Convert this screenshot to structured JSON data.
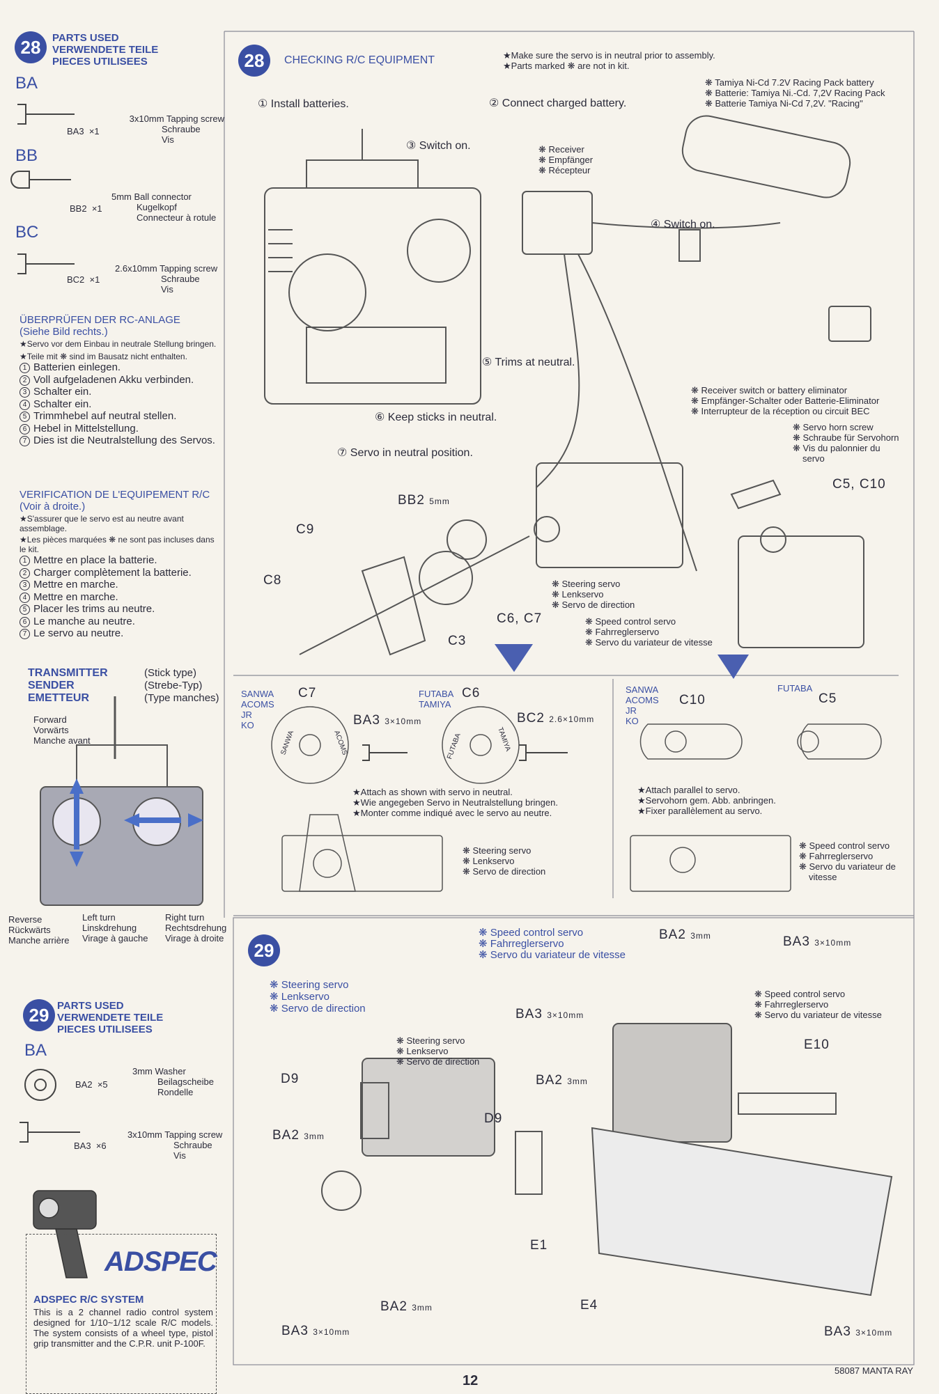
{
  "left": {
    "s28": {
      "num": "28",
      "parts_used": [
        "PARTS USED",
        "VERWENDETE TEILE",
        "PIECES UTILISEES"
      ],
      "bags": [
        {
          "bag": "BA",
          "code": "BA3",
          "qty": "×1",
          "desc": [
            "3x10mm Tapping screw",
            "Schraube",
            "Vis"
          ]
        },
        {
          "bag": "BB",
          "code": "BB2",
          "qty": "×1",
          "desc": [
            "5mm Ball connector",
            "Kugelkopf",
            "Connecteur à rotule"
          ]
        },
        {
          "bag": "BC",
          "code": "BC2",
          "qty": "×1",
          "desc": [
            "2.6x10mm Tapping screw",
            "Schraube",
            "Vis"
          ]
        }
      ]
    },
    "german": {
      "title": "ÜBERPRÜFEN DER RC-ANLAGE",
      "sub": "(Siehe Bild rechts.)",
      "note1": "★Servo vor dem Einbau in neutrale Stellung bringen.",
      "note2": "★Teile mit ❋ sind im Bausatz nicht enthalten.",
      "steps": [
        "Batterien einlegen.",
        "Voll aufgeladenen Akku verbinden.",
        "Schalter ein.",
        "Schalter ein.",
        "Trimmhebel auf neutral stellen.",
        "Hebel in Mittelstellung.",
        "Dies ist die Neutralstellung des Servos."
      ]
    },
    "french": {
      "title": "VERIFICATION DE L'EQUIPEMENT R/C",
      "sub": "(Voir à droite.)",
      "note1": "★S'assurer que le servo est au neutre avant assemblage.",
      "note2": "★Les pièces marquées ❋ ne sont pas incluses dans le kit.",
      "steps": [
        "Mettre en place la batterie.",
        "Charger complètement la batterie.",
        "Mettre en marche.",
        "Mettre en marche.",
        "Placer les trims au neutre.",
        "Le manche au neutre.",
        "Le servo au neutre."
      ]
    },
    "transmitter": {
      "title": [
        "TRANSMITTER",
        "SENDER",
        "EMETTEUR"
      ],
      "type": [
        "(Stick type)",
        "(Strebe-Typ)",
        "(Type manches)"
      ],
      "forward": [
        "Forward",
        "Vorwärts",
        "Manche avant"
      ],
      "reverse": [
        "Reverse",
        "Rückwärts",
        "Manche arrière"
      ],
      "left": [
        "Left turn",
        "Linskdrehung",
        "Virage à gauche"
      ],
      "right": [
        "Right turn",
        "Rechtsdrehung",
        "Virage à droite"
      ]
    },
    "s29": {
      "num": "29",
      "parts_used": [
        "PARTS USED",
        "VERWENDETE TEILE",
        "PIECES UTILISEES"
      ],
      "bag": "BA",
      "items": [
        {
          "code": "BA2",
          "qty": "×5",
          "desc": [
            "3mm Washer",
            "Beilagscheibe",
            "Rondelle"
          ]
        },
        {
          "code": "BA3",
          "qty": "×6",
          "desc": [
            "3x10mm Tapping screw",
            "Schraube",
            "Vis"
          ]
        }
      ]
    },
    "adspec": {
      "logo": "ADSPEC",
      "title": "ADSPEC R/C SYSTEM",
      "text": "This is a 2 channel radio control system designed for 1/10~1/12 scale R/C models. The system consists of a wheel type, pistol grip transmitter and the C.P.R. unit P-100F."
    }
  },
  "step28": {
    "num": "28",
    "title": "CHECKING R/C EQUIPMENT",
    "notes": [
      "★Make sure the servo is in neutral prior to assembly.",
      "★Parts marked ❋ are not in kit."
    ],
    "s1": "① Install batteries.",
    "s2": "② Connect charged battery.",
    "s3": "③ Switch on.",
    "s4": "④ Switch on.",
    "s5": "⑤ Trims at neutral.",
    "s6": "⑥ Keep sticks in neutral.",
    "s7": "⑦ Servo in neutral position.",
    "battery": [
      "❋ Tamiya Ni-Cd 7.2V Racing Pack battery",
      "❋ Batterie: Tamiya Ni.-Cd. 7,2V Racing Pack",
      "❋ Batterie Tamiya Ni-Cd 7,2V. \"Racing\""
    ],
    "receiver": [
      "❋ Receiver",
      "❋ Empfänger",
      "❋ Récepteur"
    ],
    "rswitch": [
      "❋ Receiver switch or battery eliminator",
      "❋ Empfänger-Schalter oder Batterie-Eliminator",
      "❋ Interrupteur de la réception ou circuit BEC"
    ],
    "hornscrew": [
      "❋ Servo horn screw",
      "❋ Schraube für Servohorn",
      "❋ Vis du palonnier du",
      "servo"
    ],
    "steering": [
      "❋ Steering servo",
      "❋ Lenkservo",
      "❋ Servo de direction"
    ],
    "speed": [
      "❋ Speed control servo",
      "❋ Fahrreglerservo",
      "❋ Servo du variateur de vitesse"
    ],
    "parts": {
      "bb2": "BB2",
      "bb2mm": "5mm",
      "c9": "C9",
      "c8": "C8",
      "c3": "C3",
      "c6c7": "C6, C7",
      "c5c10": "C5, C10",
      "c7": "C7",
      "c6": "C6",
      "c10": "C10",
      "c5": "C5",
      "ba3": "BA3",
      "ba3mm": "3×10mm",
      "bc2": "BC2",
      "bc2mm": "2.6×10mm"
    },
    "brands_a": [
      "SANWA",
      "ACOMS",
      "JR",
      "KO"
    ],
    "brands_b": [
      "FUTABA",
      "TAMIYA"
    ],
    "brands_c": [
      "SANWA",
      "ACOMS",
      "JR",
      "KO"
    ],
    "brand_d": "FUTABA",
    "horn_text": {
      "sanwa": "SANWA",
      "acoms": "ACOMS",
      "futaba": "FUTABA",
      "tamiya": "TAMIYA"
    },
    "attach1": [
      "★Attach as shown with servo in neutral.",
      "★Wie angegeben Servo in Neutralstellung bringen.",
      "★Monter comme indiqué avec le servo au neutre."
    ],
    "attach2": [
      "★Attach parallel to servo.",
      "★Servohorn gem. Abb. anbringen.",
      "★Fixer parallèlement au servo."
    ],
    "steering2": [
      "❋ Steering servo",
      "❋ Lenkservo",
      "❋ Servo de direction"
    ],
    "speed2": [
      "❋ Speed control servo",
      "❋ Fahrreglerservo",
      "❋ Servo du variateur de",
      "vitesse"
    ]
  },
  "step29": {
    "num": "29",
    "speed_top": [
      "❋ Speed control servo",
      "❋ Fahrreglerservo",
      "❋ Servo du variateur de vitesse"
    ],
    "steering_left": [
      "❋ Steering servo",
      "❋ Lenkservo",
      "❋ Servo de direction"
    ],
    "steering_mid": [
      "❋ Steering servo",
      "❋ Lenkservo",
      "❋ Servo de direction"
    ],
    "speed_right": [
      "❋ Speed control servo",
      "❋ Fahrreglerservo",
      "❋ Servo du variateur de vitesse"
    ],
    "labels": {
      "ba2": "BA2",
      "mm3": "3mm",
      "ba3": "BA3",
      "mm310": "3×10mm",
      "d9": "D9",
      "e10": "E10",
      "e1": "E1",
      "e4": "E4"
    }
  },
  "footer": {
    "code": "58087 MANTA RAY",
    "page": "12"
  }
}
